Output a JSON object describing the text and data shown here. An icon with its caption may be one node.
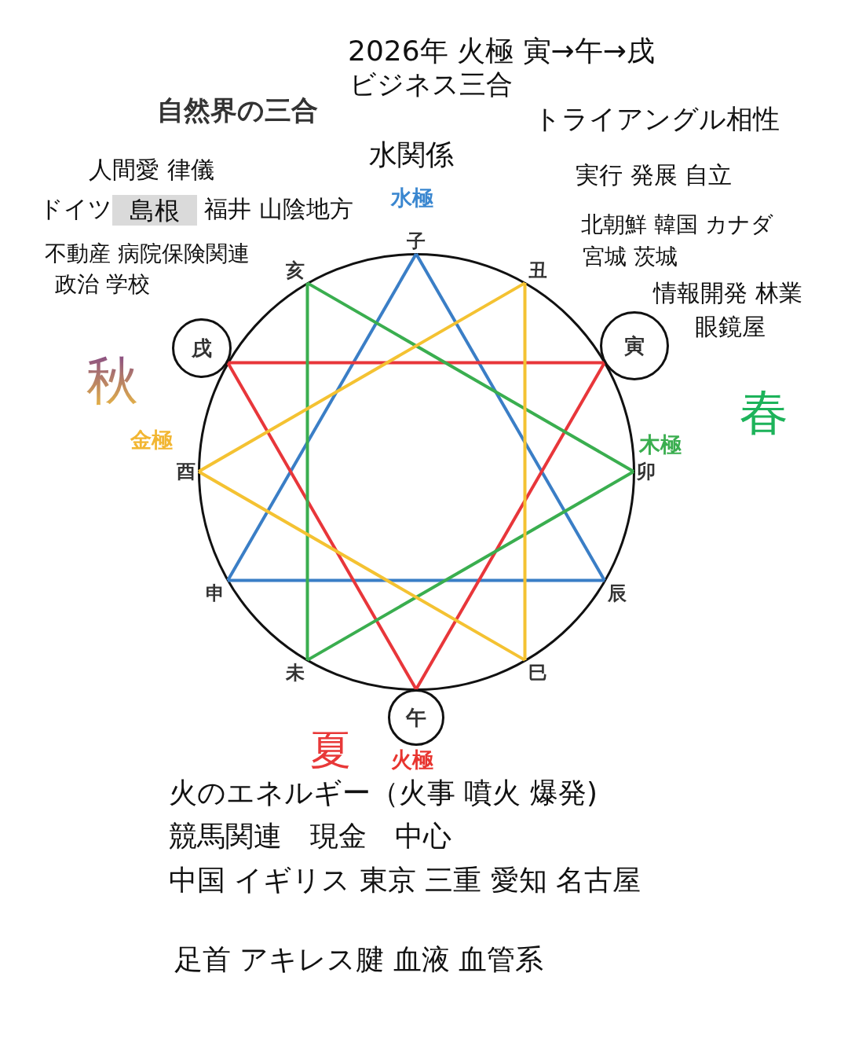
{
  "diagram": {
    "nodes": [
      {
        "text": [
          "子"
        ],
        "beside": [
          "水極"
        ]
      },
      {
        "text": [
          "丑"
        ]
      },
      {
        "text": [
          "寅"
        ]
      },
      {
        "text": [
          "卯"
        ],
        "beside": [
          "木極"
        ]
      },
      {
        "text": [
          "辰"
        ]
      },
      {
        "text": [
          "巳"
        ]
      },
      {
        "text": [
          "午"
        ],
        "beside": [
          "火極"
        ]
      },
      {
        "text": [
          "未"
        ]
      },
      {
        "text": [
          "申"
        ]
      },
      {
        "text": [
          "酉"
        ],
        "beside": [
          "金極"
        ]
      },
      {
        "text": [
          "戌"
        ]
      },
      {
        "text": [
          "亥"
        ]
      }
    ],
    "edges": [
      {
        "from": 0,
        "to": 4,
        "arrow": "none",
        "color": "#3a7ec6"
      },
      {
        "from": 4,
        "to": 8,
        "arrow": "none",
        "color": "#3a7ec6"
      },
      {
        "from": 8,
        "to": 0,
        "arrow": "none",
        "color": "#3a7ec6"
      },
      {
        "from": 2,
        "to": 6,
        "arrow": "none",
        "color": "#e8363a"
      },
      {
        "from": 6,
        "to": 10,
        "arrow": "none",
        "color": "#e8363a"
      },
      {
        "from": 10,
        "to": 2,
        "arrow": "none",
        "color": "#e8363a"
      },
      {
        "from": 11,
        "to": 3,
        "arrow": "none",
        "color": "#3aae4f"
      },
      {
        "from": 3,
        "to": 7,
        "arrow": "none",
        "color": "#3aae4f"
      },
      {
        "from": 7,
        "to": 11,
        "arrow": "none",
        "color": "#3aae4f"
      },
      {
        "from": 1,
        "to": 5,
        "arrow": "none",
        "color": "#f4c232"
      },
      {
        "from": 5,
        "to": 9,
        "arrow": "none",
        "color": "#f4c232"
      },
      {
        "from": 9,
        "to": 1,
        "arrow": "none",
        "color": "#f4c232"
      }
    ],
    "labels": [
      "2026年 火極 寅→午→戌",
      "ビジネス三合",
      "自然界の三合",
      "トライアングル相性",
      "水関係",
      "人間愛 律儀",
      "実行 発展 自立",
      "ドイツ",
      "島根",
      "福井 山陰地方",
      "北朝鮮 韓国 カナダ",
      "不動産 病院保険関連",
      "宮城 茨城",
      "政治 学校",
      "情報開発 林業",
      "眼鏡屋",
      "秋",
      "春",
      "夏",
      "火のエネルギー（火事 噴火 爆発)",
      "競馬関連　現金　中心",
      "中国 イギリス 東京 三重 愛知 名古屋",
      "足首 アキレス腱 血液 血管系"
    ]
  }
}
